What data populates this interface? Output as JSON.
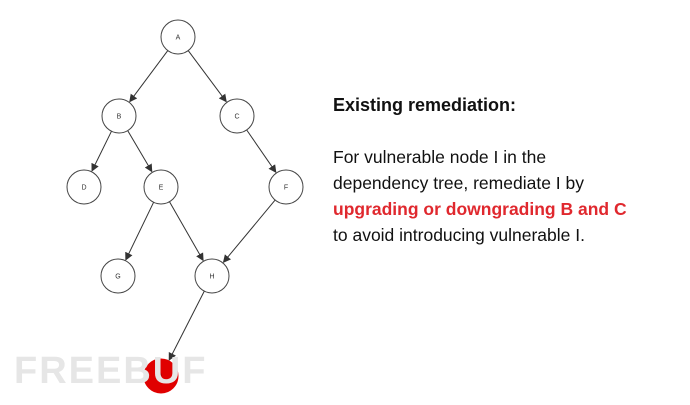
{
  "diagram": {
    "nodes": [
      {
        "id": "A",
        "label": "A",
        "vulnerable": false
      },
      {
        "id": "B",
        "label": "B",
        "vulnerable": false
      },
      {
        "id": "C",
        "label": "C",
        "vulnerable": false
      },
      {
        "id": "D",
        "label": "D",
        "vulnerable": false
      },
      {
        "id": "E",
        "label": "E",
        "vulnerable": false
      },
      {
        "id": "F",
        "label": "F",
        "vulnerable": false
      },
      {
        "id": "G",
        "label": "G",
        "vulnerable": false
      },
      {
        "id": "H",
        "label": "H",
        "vulnerable": false
      },
      {
        "id": "I",
        "label": "I",
        "vulnerable": true
      }
    ],
    "edges": [
      [
        "A",
        "B"
      ],
      [
        "A",
        "C"
      ],
      [
        "B",
        "D"
      ],
      [
        "B",
        "E"
      ],
      [
        "C",
        "F"
      ],
      [
        "E",
        "G"
      ],
      [
        "E",
        "H"
      ],
      [
        "F",
        "H"
      ],
      [
        "H",
        "I"
      ]
    ],
    "colors": {
      "vulnerable": "#e00000",
      "stroke": "#444444",
      "emphasis": "#e0282e"
    }
  },
  "panel": {
    "heading": "Existing remediation:",
    "line1": "For vulnerable node I in the",
    "line2": "dependency tree, remediate I by",
    "line3_emphasis": "upgrading or downgrading B and C",
    "line4": "to avoid introducing vulnerable I."
  },
  "watermark": {
    "text": "FREEBUF"
  }
}
